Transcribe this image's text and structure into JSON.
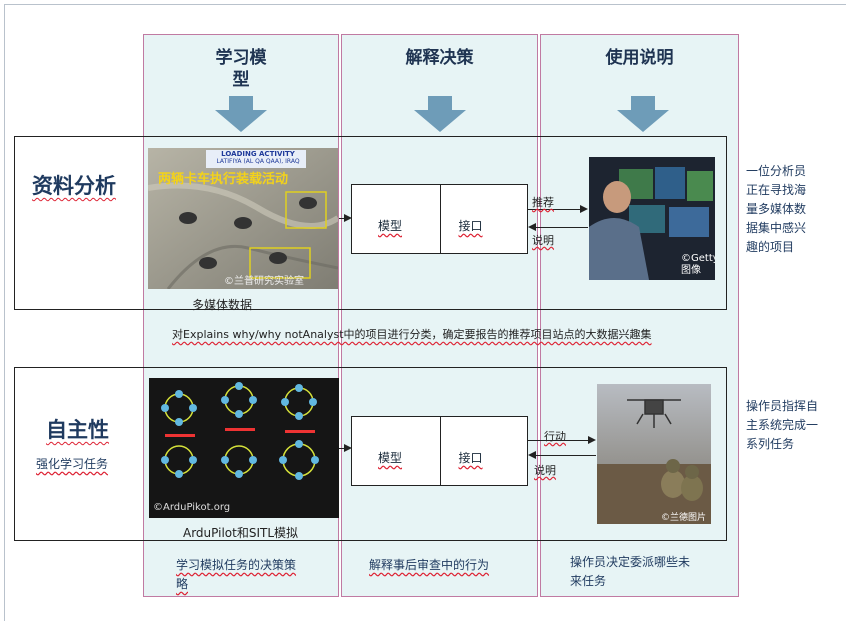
{
  "columns": [
    {
      "title": "学习模\n型"
    },
    {
      "title": "解释决策"
    },
    {
      "title": "使用说明"
    }
  ],
  "row1": {
    "title": "资料分析",
    "image_banner": "LOADING ACTIVITY",
    "image_banner2": "LATIFIYA (AL QA QAA), IRAQ",
    "image_overlay": "两辆卡车执行装载活动",
    "image_credit": "©兰普研究实验室",
    "image_caption": "多媒体数据",
    "model_label": "模型",
    "interface_label": "接口",
    "arrow_top_label": "推荐",
    "arrow_bottom_label": "说明",
    "photo_credit": "©Getty\n图像",
    "side_note": "一位分析员\n正在寻找海\n量多媒体数\n据集中感兴\n趣的项目",
    "bottom_text": "对Explains why/why notAnalyst中的项目进行分类，确定要报告的推荐项目站点的大数据兴趣集"
  },
  "row2": {
    "title": "自主性",
    "subtitle": "强化学习任务",
    "image_credit": "©ArduPikot.org",
    "image_caption": "ArduPilot和SITL模拟",
    "model_label": "模型",
    "interface_label": "接口",
    "arrow_top_label": "行动",
    "arrow_bottom_label": "说明",
    "photo_credit": "©兰德图片",
    "side_note": "操作员指挥自\n主系统完成一\n系列任务"
  },
  "footer": {
    "col1": "学习模拟任务的决策策\n略",
    "col2": "解释事后审查中的行为",
    "col3": "操作员决定委派哪些未\n来任务"
  },
  "colors": {
    "column_bg": "#e7f4f5",
    "column_border": "#c07aa2",
    "arrow": "#6e9cb8",
    "title": "#1f3a5f"
  }
}
